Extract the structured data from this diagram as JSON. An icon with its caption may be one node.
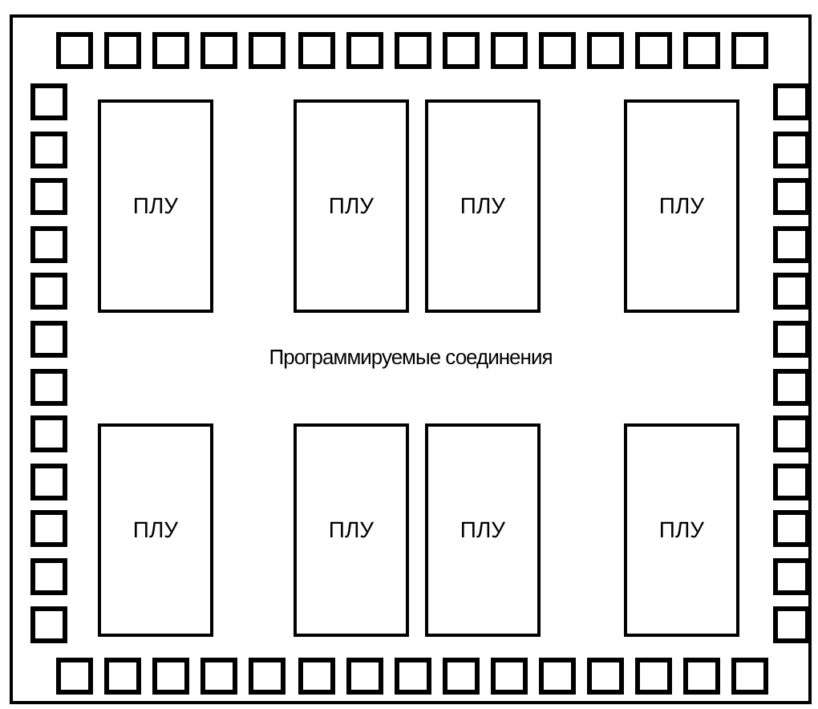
{
  "diagram": {
    "nodes": [
      {
        "text": [
          "Программируемые соединения"
        ]
      },
      {
        "text": [
          "ПЛУ"
        ],
        "in": 0
      },
      {
        "text": [
          "ПЛУ"
        ],
        "in": 0
      },
      {
        "text": [
          "ПЛУ"
        ],
        "in": 0
      },
      {
        "text": [
          "ПЛУ"
        ],
        "in": 0
      },
      {
        "text": [
          "ПЛУ"
        ],
        "in": 0
      },
      {
        "text": [
          "ПЛУ"
        ],
        "in": 0
      },
      {
        "text": [
          "ПЛУ"
        ],
        "in": 0
      },
      {
        "text": [
          "ПЛУ"
        ],
        "in": 0
      }
    ]
  }
}
